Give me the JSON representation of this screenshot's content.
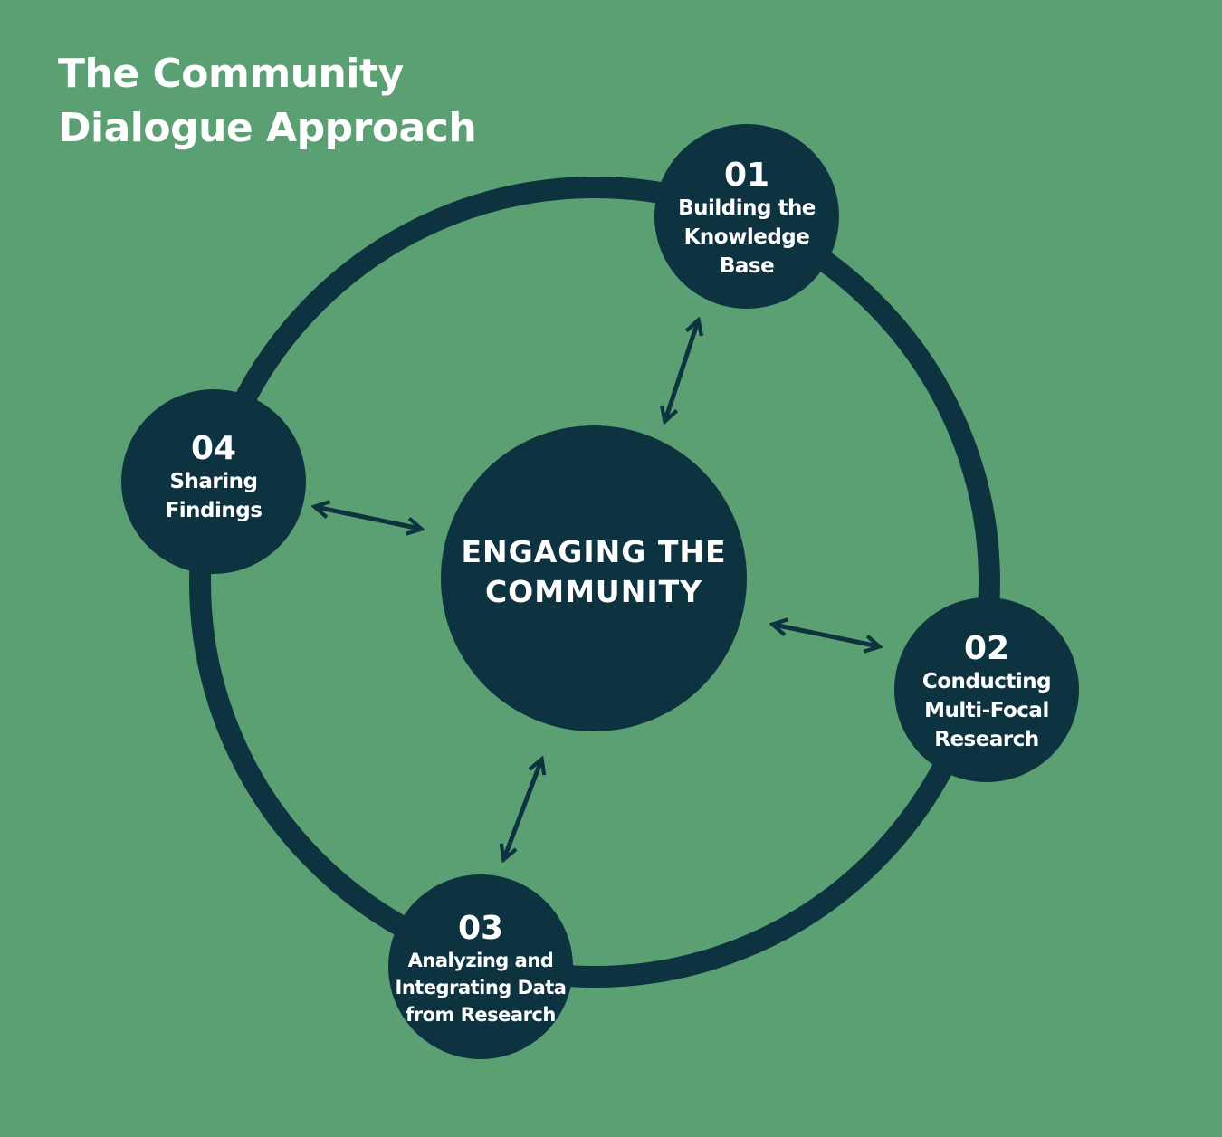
{
  "title": {
    "line1": "The Community",
    "line2": "Dialogue Approach"
  },
  "center": {
    "label": "ENGAGING THE\nCOMMUNITY"
  },
  "steps": [
    {
      "number": "01",
      "label": "Building the\nKnowledge\nBase"
    },
    {
      "number": "02",
      "label": "Conducting\nMulti-Focal\nResearch"
    },
    {
      "number": "03",
      "label": "Analyzing and\nIntegrating Data\nfrom Research"
    },
    {
      "number": "04",
      "label": "Sharing\nFindings"
    }
  ],
  "colors": {
    "background": "#5aa073",
    "dark": "#0e3340",
    "text": "#ffffff"
  }
}
